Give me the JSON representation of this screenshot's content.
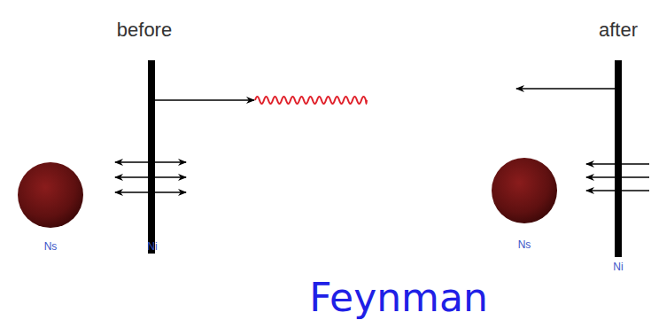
{
  "diagram": {
    "labels": [
      "before",
      "after",
      "Ns",
      "Ni",
      "Ns",
      "Ni",
      "Feynman"
    ]
  }
}
